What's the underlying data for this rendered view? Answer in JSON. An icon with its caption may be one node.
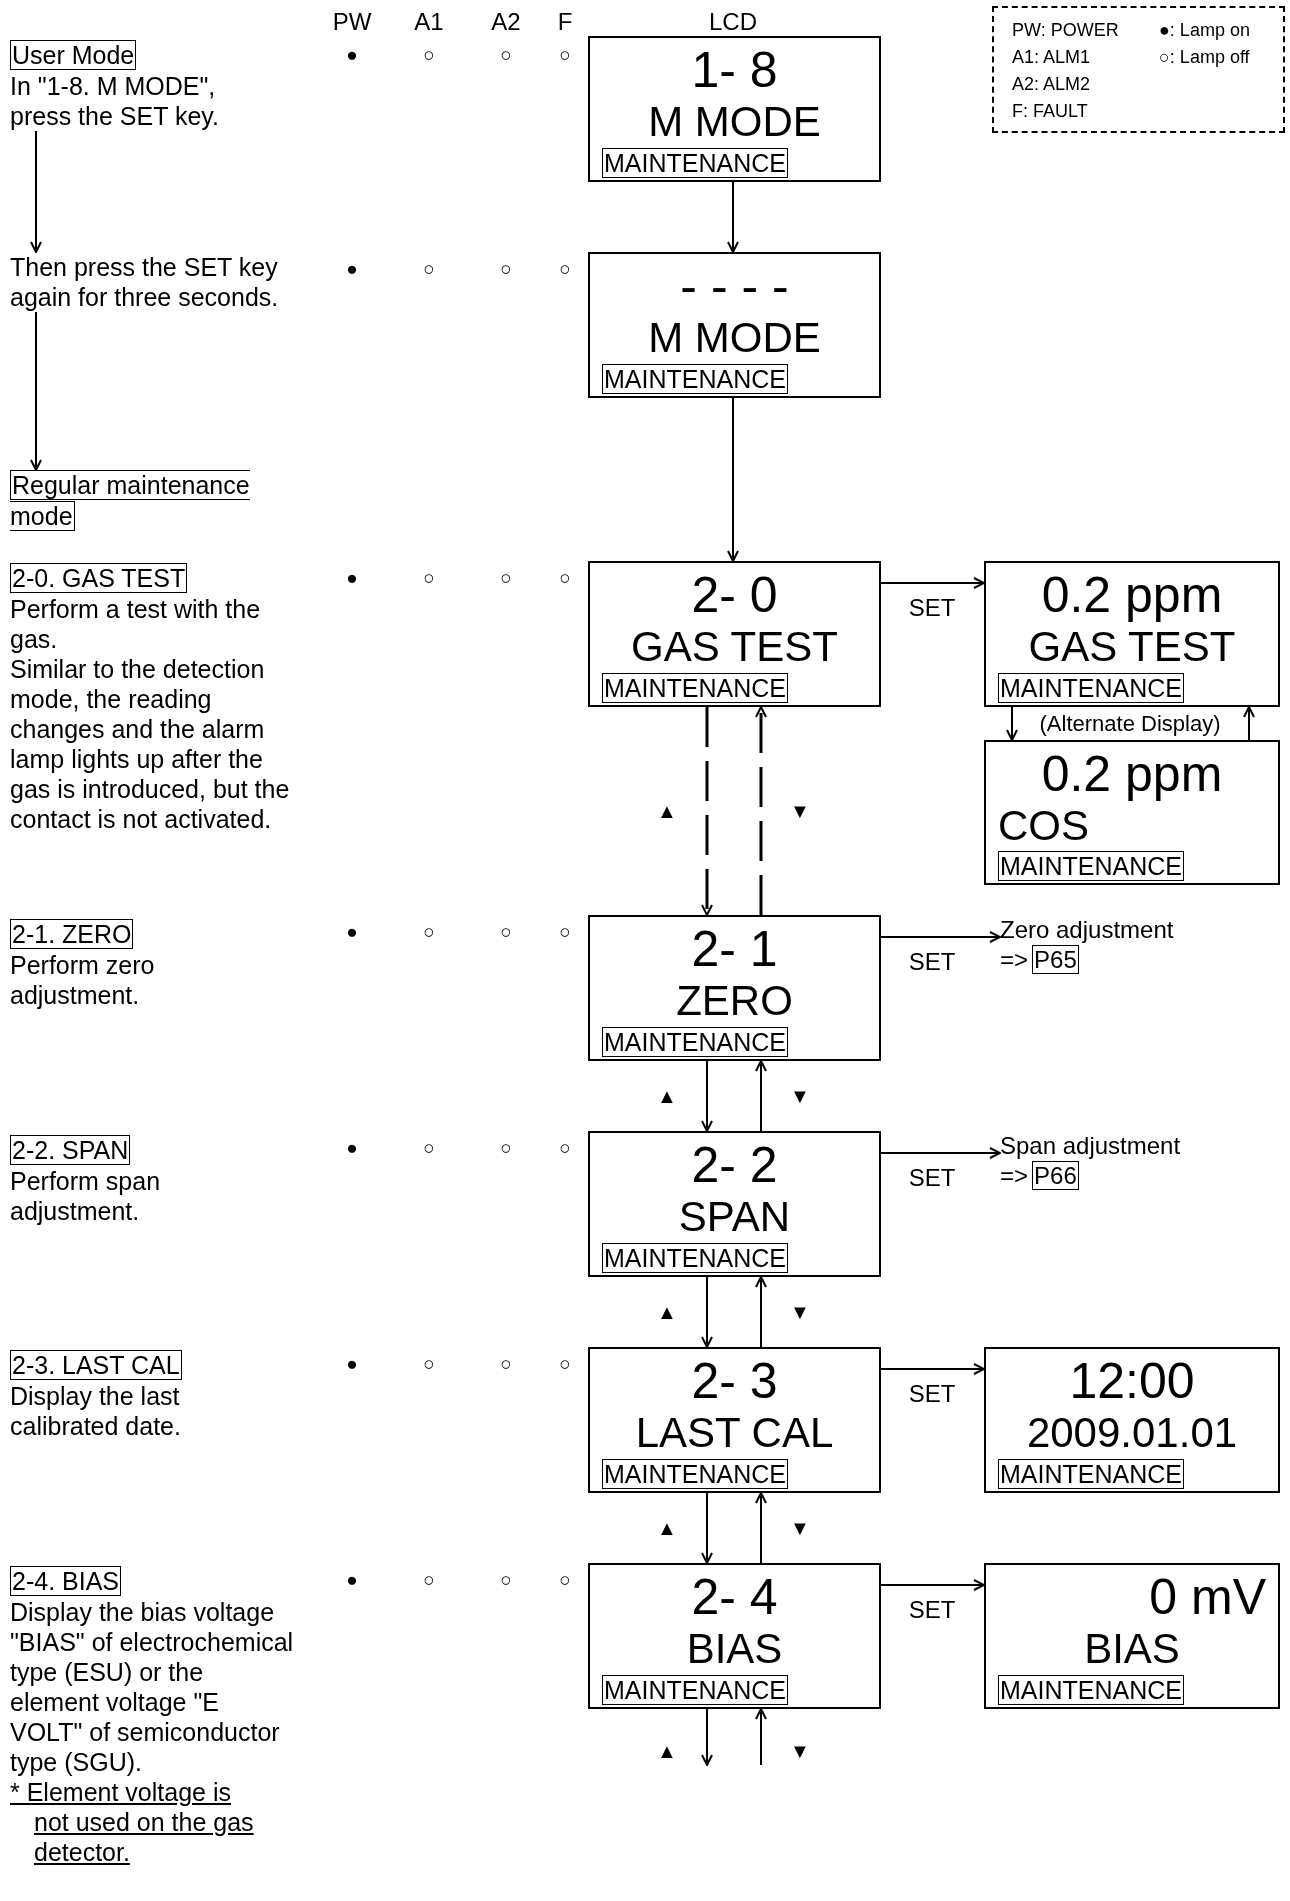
{
  "diagram": {
    "nodes": [
      {
        "text": [
          "User Mode",
          "In \"1-8. M MODE\", press the SET key."
        ]
      },
      {
        "text": [
          "Then press the SET key again for three seconds."
        ]
      },
      {
        "text": [
          "Regular maintenance mode"
        ]
      },
      {
        "text": [
          "2-0. GAS TEST",
          "Perform a test with the gas.",
          "Similar to the detection mode, the reading changes and the alarm lamp lights up after the gas is introduced, but the contact is not activated."
        ]
      },
      {
        "text": [
          "2-1. ZERO",
          "Perform zero adjustment."
        ]
      },
      {
        "text": [
          "2-2. SPAN",
          "Perform span adjustment."
        ]
      },
      {
        "text": [
          "2-3. LAST CAL",
          "Display the last calibrated date."
        ]
      },
      {
        "text": [
          "2-4. BIAS",
          "Display the bias voltage \"BIAS\" of electrochemical type (ESU) or the element voltage \"E VOLT\" of semiconductor type (SGU).",
          "* Element voltage is not used on the gas detector."
        ]
      },
      {
        "text": [
          "1- 8",
          "M MODE",
          "MAINTENANCE"
        ]
      },
      {
        "text": [
          "- - - -",
          "M MODE",
          "MAINTENANCE"
        ]
      },
      {
        "text": [
          "2- 0",
          "GAS TEST",
          "MAINTENANCE"
        ]
      },
      {
        "text": [
          "0.2 ppm",
          "GAS TEST",
          "MAINTENANCE"
        ]
      },
      {
        "text": [
          "0.2 ppm",
          "COS",
          "MAINTENANCE"
        ]
      },
      {
        "text": [
          "2- 1",
          "ZERO",
          "MAINTENANCE"
        ]
      },
      {
        "text": [
          "Zero adjustment",
          "=>",
          "P65"
        ]
      },
      {
        "text": [
          "2- 2",
          "SPAN",
          "MAINTENANCE"
        ]
      },
      {
        "text": [
          "Span adjustment",
          "=>",
          "P66"
        ]
      },
      {
        "text": [
          "2- 3",
          "LAST CAL",
          "MAINTENANCE"
        ]
      },
      {
        "text": [
          "12:00",
          "2009.01.01",
          "MAINTENANCE"
        ]
      },
      {
        "text": [
          "2- 4",
          "BIAS",
          "MAINTENANCE"
        ]
      },
      {
        "text": [
          "0 mV",
          "BIAS",
          "MAINTENANCE"
        ]
      }
    ],
    "edges": [
      {
        "from": 0,
        "to": 1,
        "arrow": "to"
      },
      {
        "from": 1,
        "to": 2,
        "arrow": "to"
      },
      {
        "from": 8,
        "to": 9,
        "arrow": "to"
      },
      {
        "from": 9,
        "to": 10,
        "arrow": "to"
      },
      {
        "from": 10,
        "to": 11,
        "arrow": "to",
        "label": "SET"
      },
      {
        "from": 11,
        "to": 12,
        "arrow": "to",
        "label": "(Alternate Display)"
      },
      {
        "from": 12,
        "to": 11,
        "arrow": "to"
      },
      {
        "from": 10,
        "to": 13,
        "arrow": "to",
        "label": "▲",
        "style": "dashed"
      },
      {
        "from": 13,
        "to": 10,
        "arrow": "to",
        "label": "▼",
        "style": "dashed"
      },
      {
        "from": 13,
        "to": 14,
        "arrow": "to",
        "label": "SET"
      },
      {
        "from": 13,
        "to": 15,
        "arrow": "to",
        "label": "▲"
      },
      {
        "from": 15,
        "to": 13,
        "arrow": "to",
        "label": "▼"
      },
      {
        "from": 15,
        "to": 16,
        "arrow": "to",
        "label": "SET"
      },
      {
        "from": 15,
        "to": 17,
        "arrow": "to",
        "label": "▲"
      },
      {
        "from": 17,
        "to": 15,
        "arrow": "to",
        "label": "▼"
      },
      {
        "from": 17,
        "to": 18,
        "arrow": "to",
        "label": "SET"
      },
      {
        "from": 17,
        "to": 19,
        "arrow": "to",
        "label": "▲"
      },
      {
        "from": 19,
        "to": 17,
        "arrow": "to",
        "label": "▼"
      },
      {
        "from": 19,
        "to": 20,
        "arrow": "to",
        "label": "SET"
      },
      {
        "from": 19,
        "to": null,
        "arrow": "to",
        "label": "▲"
      },
      {
        "from": null,
        "to": 19,
        "arrow": "to",
        "label": "▼"
      }
    ],
    "labels": [
      "PW",
      "A1",
      "A2",
      "F",
      "LCD",
      "●",
      "○",
      "○",
      "○",
      "●",
      "○",
      "○",
      "○",
      "●",
      "○",
      "○",
      "○",
      "●",
      "○",
      "○",
      "○",
      "●",
      "○",
      "○",
      "○",
      "●",
      "○",
      "○",
      "○",
      "●",
      "○",
      "○",
      "○"
    ],
    "legend": [
      {
        "text": "PW: POWER"
      },
      {
        "text": "A1: ALM1"
      },
      {
        "text": "A2: ALM2"
      },
      {
        "text": "F: FAULT"
      },
      {
        "text": "●: Lamp on"
      },
      {
        "text": "○: Lamp off"
      }
    ]
  }
}
